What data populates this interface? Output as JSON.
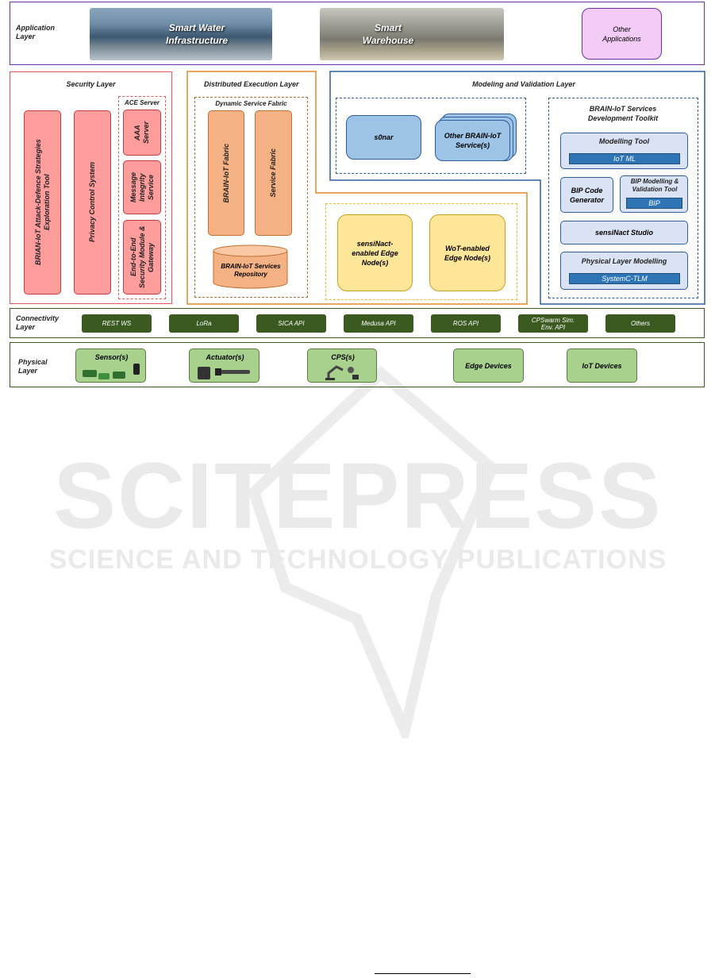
{
  "application_layer": {
    "label": "Application Layer",
    "smart_water": "Smart Water Infrastructure",
    "smart_warehouse": "Smart Warehouse",
    "other_apps": "Other Applications"
  },
  "security_layer": {
    "title": "Security Layer",
    "attack_tool": "BRIAN-IoT Attack-Defence Strategies Exploration Tool",
    "privacy": "Privacy Control System",
    "ace_title": "ACE Server",
    "aaa": "AAA Server",
    "message_integrity": "Message Integrity Service",
    "e2e": "End-to-End Security Module & Gateway"
  },
  "distributed_layer": {
    "title": "Distributed Execution Layer",
    "dsf_title": "Dynamic Service Fabric",
    "brain_fabric": "BRAIN-IoT Fabric",
    "service_fabric": "Service Fabric",
    "repository": "BRAIN-IoT Services Repository",
    "sensinact_edge": "sensiNact-enabled Edge Node(s)",
    "wot_edge": "WoT-enabled Edge Node(s)"
  },
  "modeling_layer": {
    "title": "Modeling and Validation  Layer",
    "s0nar": "s0nar",
    "other_services": "Other BRAIN-IoT Service(s)",
    "toolkit_title": "BRAIN-IoT Services Development Toolkit",
    "modelling_tool": "Modelling Tool",
    "iot_ml": "IoT ML",
    "bip_code": "BIP Code Generator",
    "bip_model": "BIP Modelling & Validation Tool",
    "bip": "BIP",
    "sensinact_studio": "sensiNact Studio",
    "physical_modelling": "Physical Layer  Modelling",
    "systemc": "SystemC-TLM"
  },
  "connectivity_layer": {
    "label": "Connectivity Layer",
    "items": [
      "REST WS",
      "LoRa",
      "SICA API",
      "Medusa API",
      "ROS API",
      "CPSwarm Sim. Env. API",
      "Others"
    ]
  },
  "physical_layer": {
    "label": "Physical Layer",
    "items": [
      "Sensor(s)",
      "Actuator(s)",
      "CPS(s)",
      "Edge Devices",
      "IoT Devices"
    ]
  },
  "watermark": {
    "main": "SCITEPRESS",
    "sub": "SCIENCE AND TECHNOLOGY PUBLICATIONS"
  },
  "colors": {
    "purple": "#7030a0",
    "red": "#e05a5a",
    "orange": "#e08a2a",
    "yellow": "#e6c02a",
    "blue": "#2e5e9e",
    "green": "#3a5a1f"
  }
}
